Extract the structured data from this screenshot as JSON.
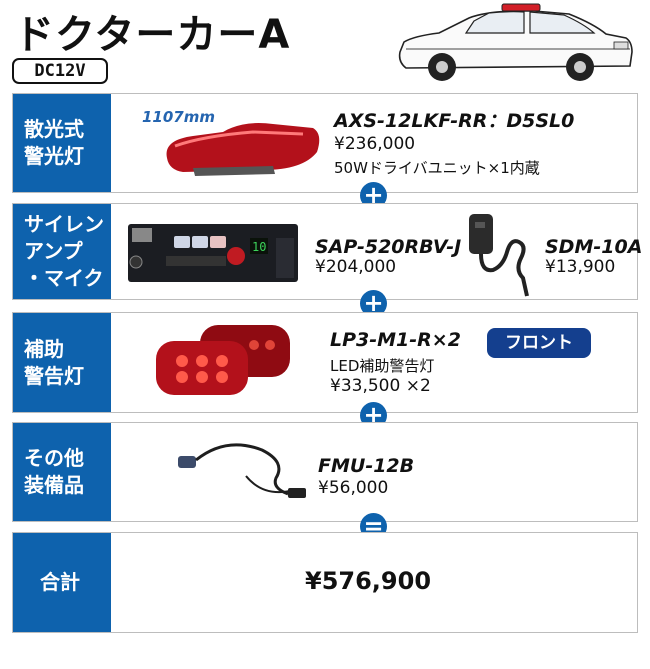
{
  "title": "ドクターカーA",
  "voltage": "DC12V",
  "rows": [
    {
      "category_l1": "散光式",
      "category_l2": "警光灯",
      "dimension": "1107mm",
      "model": "AXS-12LKF-RR：D5SL0",
      "price": "¥236,000",
      "note": "50Wドライバユニット×1内蔵"
    },
    {
      "category_l1": "サイレン",
      "category_l2": "アンプ",
      "category_l3": "・マイク",
      "model": "SAP-520RBV-J",
      "price": "¥204,000",
      "model2": "SDM-10A",
      "price2": "¥13,900",
      "display_digits": "10"
    },
    {
      "category_l1": "補助",
      "category_l2": "警告灯",
      "model": "LP3-M1-R×2",
      "note": "LED補助警告灯",
      "price": "¥33,500 ×2",
      "badge": "フロント"
    },
    {
      "category_l1": "その他",
      "category_l2": "装備品",
      "model": "FMU-12B",
      "price": "¥56,000"
    },
    {
      "category": "合計",
      "total": "¥576,900"
    }
  ],
  "operators": [
    "+",
    "+",
    "+",
    "="
  ],
  "colors": {
    "category_bg": "#0e62ad",
    "badge_bg": "#143f8e",
    "dimension_text": "#2565b0"
  }
}
